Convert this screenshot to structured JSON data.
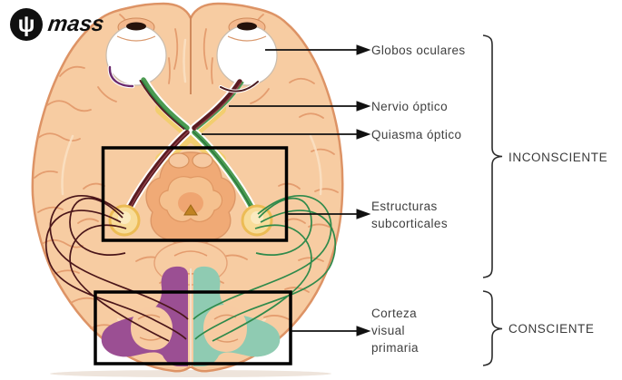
{
  "logo": {
    "symbol": "ψ",
    "text": "mass"
  },
  "annotations": {
    "globos_oculares": "Globos oculares",
    "nervio_optico": "Nervio óptico",
    "quiasma_optico": "Quiasma óptico",
    "estructuras_subcorticales": "Estructuras\nsubcorticales",
    "corteza_visual_primaria": "Corteza\nvisual\nprimaria"
  },
  "groups": {
    "inconsciente": "INCONSCIENTE",
    "consciente": "CONSCIENTE"
  },
  "colors": {
    "brain_fill": "#F7CCA2",
    "brain_outline": "#DD9365",
    "sulci": "#E49B6D",
    "optic_nerve_maroon": "#5A1C22",
    "optic_nerve_green": "#4C9B52",
    "optic_strand_purple": "#6B2A6E",
    "chiasm_yellow": "#F2CE6F",
    "lgn_yellow": "#F8DC99",
    "midbrain_orange": "#F0AA76",
    "visual_cortex_left_purple": "#9B4F93",
    "visual_cortex_right_teal": "#8FCBB2",
    "highlight_box": "#000000",
    "label_text": "#3F3F3F"
  }
}
